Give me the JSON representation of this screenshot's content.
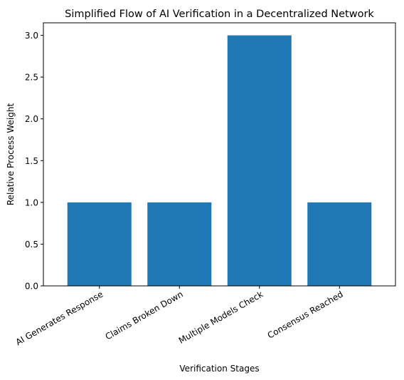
{
  "chart_data": {
    "type": "bar",
    "title": "Simplified Flow of AI Verification in a Decentralized Network",
    "xlabel": "Verification Stages",
    "ylabel": "Relative Process Weight",
    "categories": [
      "AI Generates Response",
      "Claims Broken Down",
      "Multiple Models Check",
      "Consensus Reached"
    ],
    "values": [
      1,
      1,
      3,
      1
    ],
    "ylim": [
      0,
      3.15
    ],
    "yticks": [
      "0.0",
      "0.5",
      "1.0",
      "1.5",
      "2.0",
      "2.5",
      "3.0"
    ],
    "bar_color": "#1f77b4",
    "grid": false,
    "legend": "none"
  }
}
